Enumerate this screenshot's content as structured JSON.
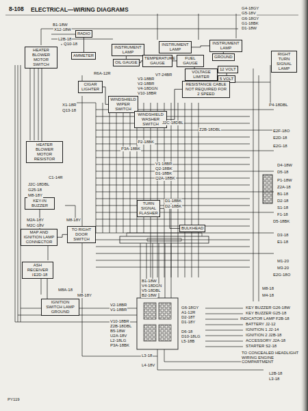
{
  "diagram": {
    "title": "ELECTRICAL—WIRING DIAGRAMS",
    "nodes": [
      {
        "text": [
          "RADIO"
        ]
      },
      {
        "text": [
          "AMMETER"
        ]
      },
      {
        "text": [
          "INSTRUMENT LAMP"
        ]
      },
      {
        "text": [
          "OIL GAUGE"
        ]
      },
      {
        "text": [
          "TEMPERATURE GAUGE"
        ]
      },
      {
        "text": [
          "FUEL GAUGE"
        ]
      },
      {
        "text": [
          "INSTRUMENT LAMP"
        ]
      },
      {
        "text": [
          "INSTRUMENT LAMP"
        ]
      },
      {
        "text": [
          "GROUND"
        ]
      },
      {
        "text": [
          "VOLTAGE LIMITER"
        ]
      },
      {
        "text": [
          "12 VOLT"
        ]
      },
      {
        "text": [
          "5 VOLT"
        ]
      },
      {
        "text": [
          "RIGHT TURN SIGNAL LAMP"
        ]
      },
      {
        "text": [
          "HEATER BLOWER MOTOR SWITCH"
        ]
      },
      {
        "text": [
          "CIGAR LIGHTER"
        ]
      },
      {
        "text": [
          "WINDSHIELD WIPER SWITCH"
        ]
      },
      {
        "text": [
          "WINDSHIELD WASHER SWITCH"
        ]
      },
      {
        "text": [
          "RESISTANCE CABLE NOT REQUIRED FOR 2 SPEED"
        ]
      },
      {
        "text": [
          "HEATER BLOWER MOTOR RESISTOR"
        ]
      },
      {
        "text": [
          "KEY-IN BUZZER"
        ]
      },
      {
        "text": [
          "MAP AND IGNITION LAMP CONNECTOR"
        ]
      },
      {
        "text": [
          "TO RIGHT DOOR SWITCH"
        ]
      },
      {
        "text": [
          "ASH RECEIVER LAMP"
        ]
      },
      {
        "text": [
          "IGNITION SWITCH LAMP GROUND"
        ]
      },
      {
        "text": [
          "TURN SIGNAL FLASHER"
        ]
      },
      {
        "text": [
          "BULKHEAD"
        ]
      }
    ],
    "edges": [
      {
        "from": 0,
        "to": 1,
        "arrow": "none"
      },
      {
        "from": 2,
        "to": 3,
        "arrow": "none"
      },
      {
        "from": 3,
        "to": 4,
        "arrow": "none"
      },
      {
        "from": 4,
        "to": 5,
        "arrow": "none"
      },
      {
        "from": 5,
        "to": 9,
        "arrow": "none"
      },
      {
        "from": 6,
        "to": 7,
        "arrow": "none"
      },
      {
        "from": 7,
        "to": 8,
        "arrow": "none"
      },
      {
        "from": 10,
        "to": 11,
        "arrow": "none"
      },
      {
        "from": 13,
        "to": 18,
        "arrow": "none"
      },
      {
        "from": 14,
        "to": 15,
        "arrow": "none"
      },
      {
        "from": 15,
        "to": 16,
        "arrow": "none"
      },
      {
        "from": 16,
        "to": 17,
        "arrow": "none"
      },
      {
        "from": 19,
        "to": 20,
        "arrow": "none"
      },
      {
        "from": 20,
        "to": 21,
        "arrow": "none"
      },
      {
        "from": 22,
        "to": 23,
        "arrow": "none"
      },
      {
        "from": 24,
        "to": 25,
        "arrow": "none"
      }
    ],
    "labels": [
      "8-108",
      "PY119",
      "B1-18W",
      "X12-18W",
      "L2B-18",
      "Q10-18",
      "G4-18GY",
      "G5-18V",
      "G6-18GY",
      "G1-18BK",
      "D1-18W",
      "R6A-12R",
      "X1-18R",
      "Q13-18",
      "V3-18BR",
      "V2-18BR",
      "V4-18DGN",
      "V10-18BR",
      "V7-24BR",
      "P4-18DBL",
      "J2C-18DBL",
      "Z2B-18DBL",
      "P2-18BK",
      "P3A-18BK",
      "E2F-18O",
      "E2D-18",
      "E2G-18",
      "V1-18BR",
      "Q2-18BK",
      "D1-18BK",
      "Q2A-18BK",
      "D4-18W",
      "D5-18",
      "P1-18W",
      "Z2A-18",
      "B1-18",
      "D2-18",
      "S1-18",
      "F1-18",
      "D5-18BK",
      "C1-14R",
      "J2C-18DBL",
      "G25-18",
      "M8-18Y",
      "D1-18BK",
      "D2-18BK",
      "M2A-18Y",
      "M2C-18V",
      "M8-18Y",
      "E2D-18",
      "M8A-18",
      "M8-18Y",
      "B1-18W",
      "V4-18DGN",
      "V5-18DBL",
      "B2-18W",
      "V2-18BR",
      "V1-18BR",
      "V10-18BR",
      "Z2B-18DBL",
      "B5-18W",
      "U2A-18V",
      "L2-18LG",
      "P3A-18BK",
      "G6-18GY",
      "A1-12R",
      "D2-18T",
      "D1-18Y",
      "D6-18",
      "D10-18LG",
      "L5-18B",
      "L3-18",
      "L4-18V",
      "KEY BUZZER G26-18W",
      "KEY BUZZER G25-18",
      "INDICATOR LAMP F2B-18",
      "BATTERY J2-12",
      "IGNITION 1 J2-14",
      "IGNITION 2 J2B-18",
      "ACCESSORY J2A-18",
      "STARTER S2-18",
      "TO CONCEALED HEADLIGHT WIRING ENGINE COMPARTMENT",
      "L2B-18",
      "L3-18",
      "M8-18",
      "M4-18",
      "D3-18",
      "E1-18",
      "M1-20",
      "M3-20",
      "E2G-18O"
    ]
  }
}
